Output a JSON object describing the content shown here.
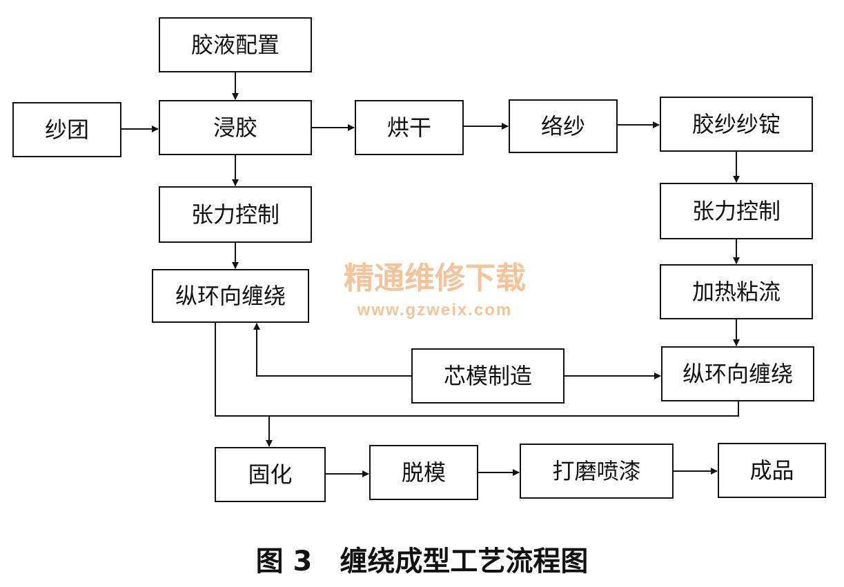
{
  "nodes": {
    "glue_prep": "胶液配置",
    "yarn_ball": "纱团",
    "dipping": "浸胶",
    "drying": "烘干",
    "winding_yarn": "络纱",
    "glued_yarn_spindle": "胶纱纱锭",
    "tension_left": "张力控制",
    "tension_right": "张力控制",
    "winding_left": "纵环向缠绕",
    "heating": "加热粘流",
    "mandrel": "芯模制造",
    "winding_right": "纵环向缠绕",
    "curing": "固化",
    "demolding": "脱模",
    "grinding_painting": "打磨喷漆",
    "product": "成品"
  },
  "watermark": {
    "title": "精通维修下载",
    "url": "www.gzweix.com"
  },
  "caption": "图 3　缠绕成型工艺流程图"
}
